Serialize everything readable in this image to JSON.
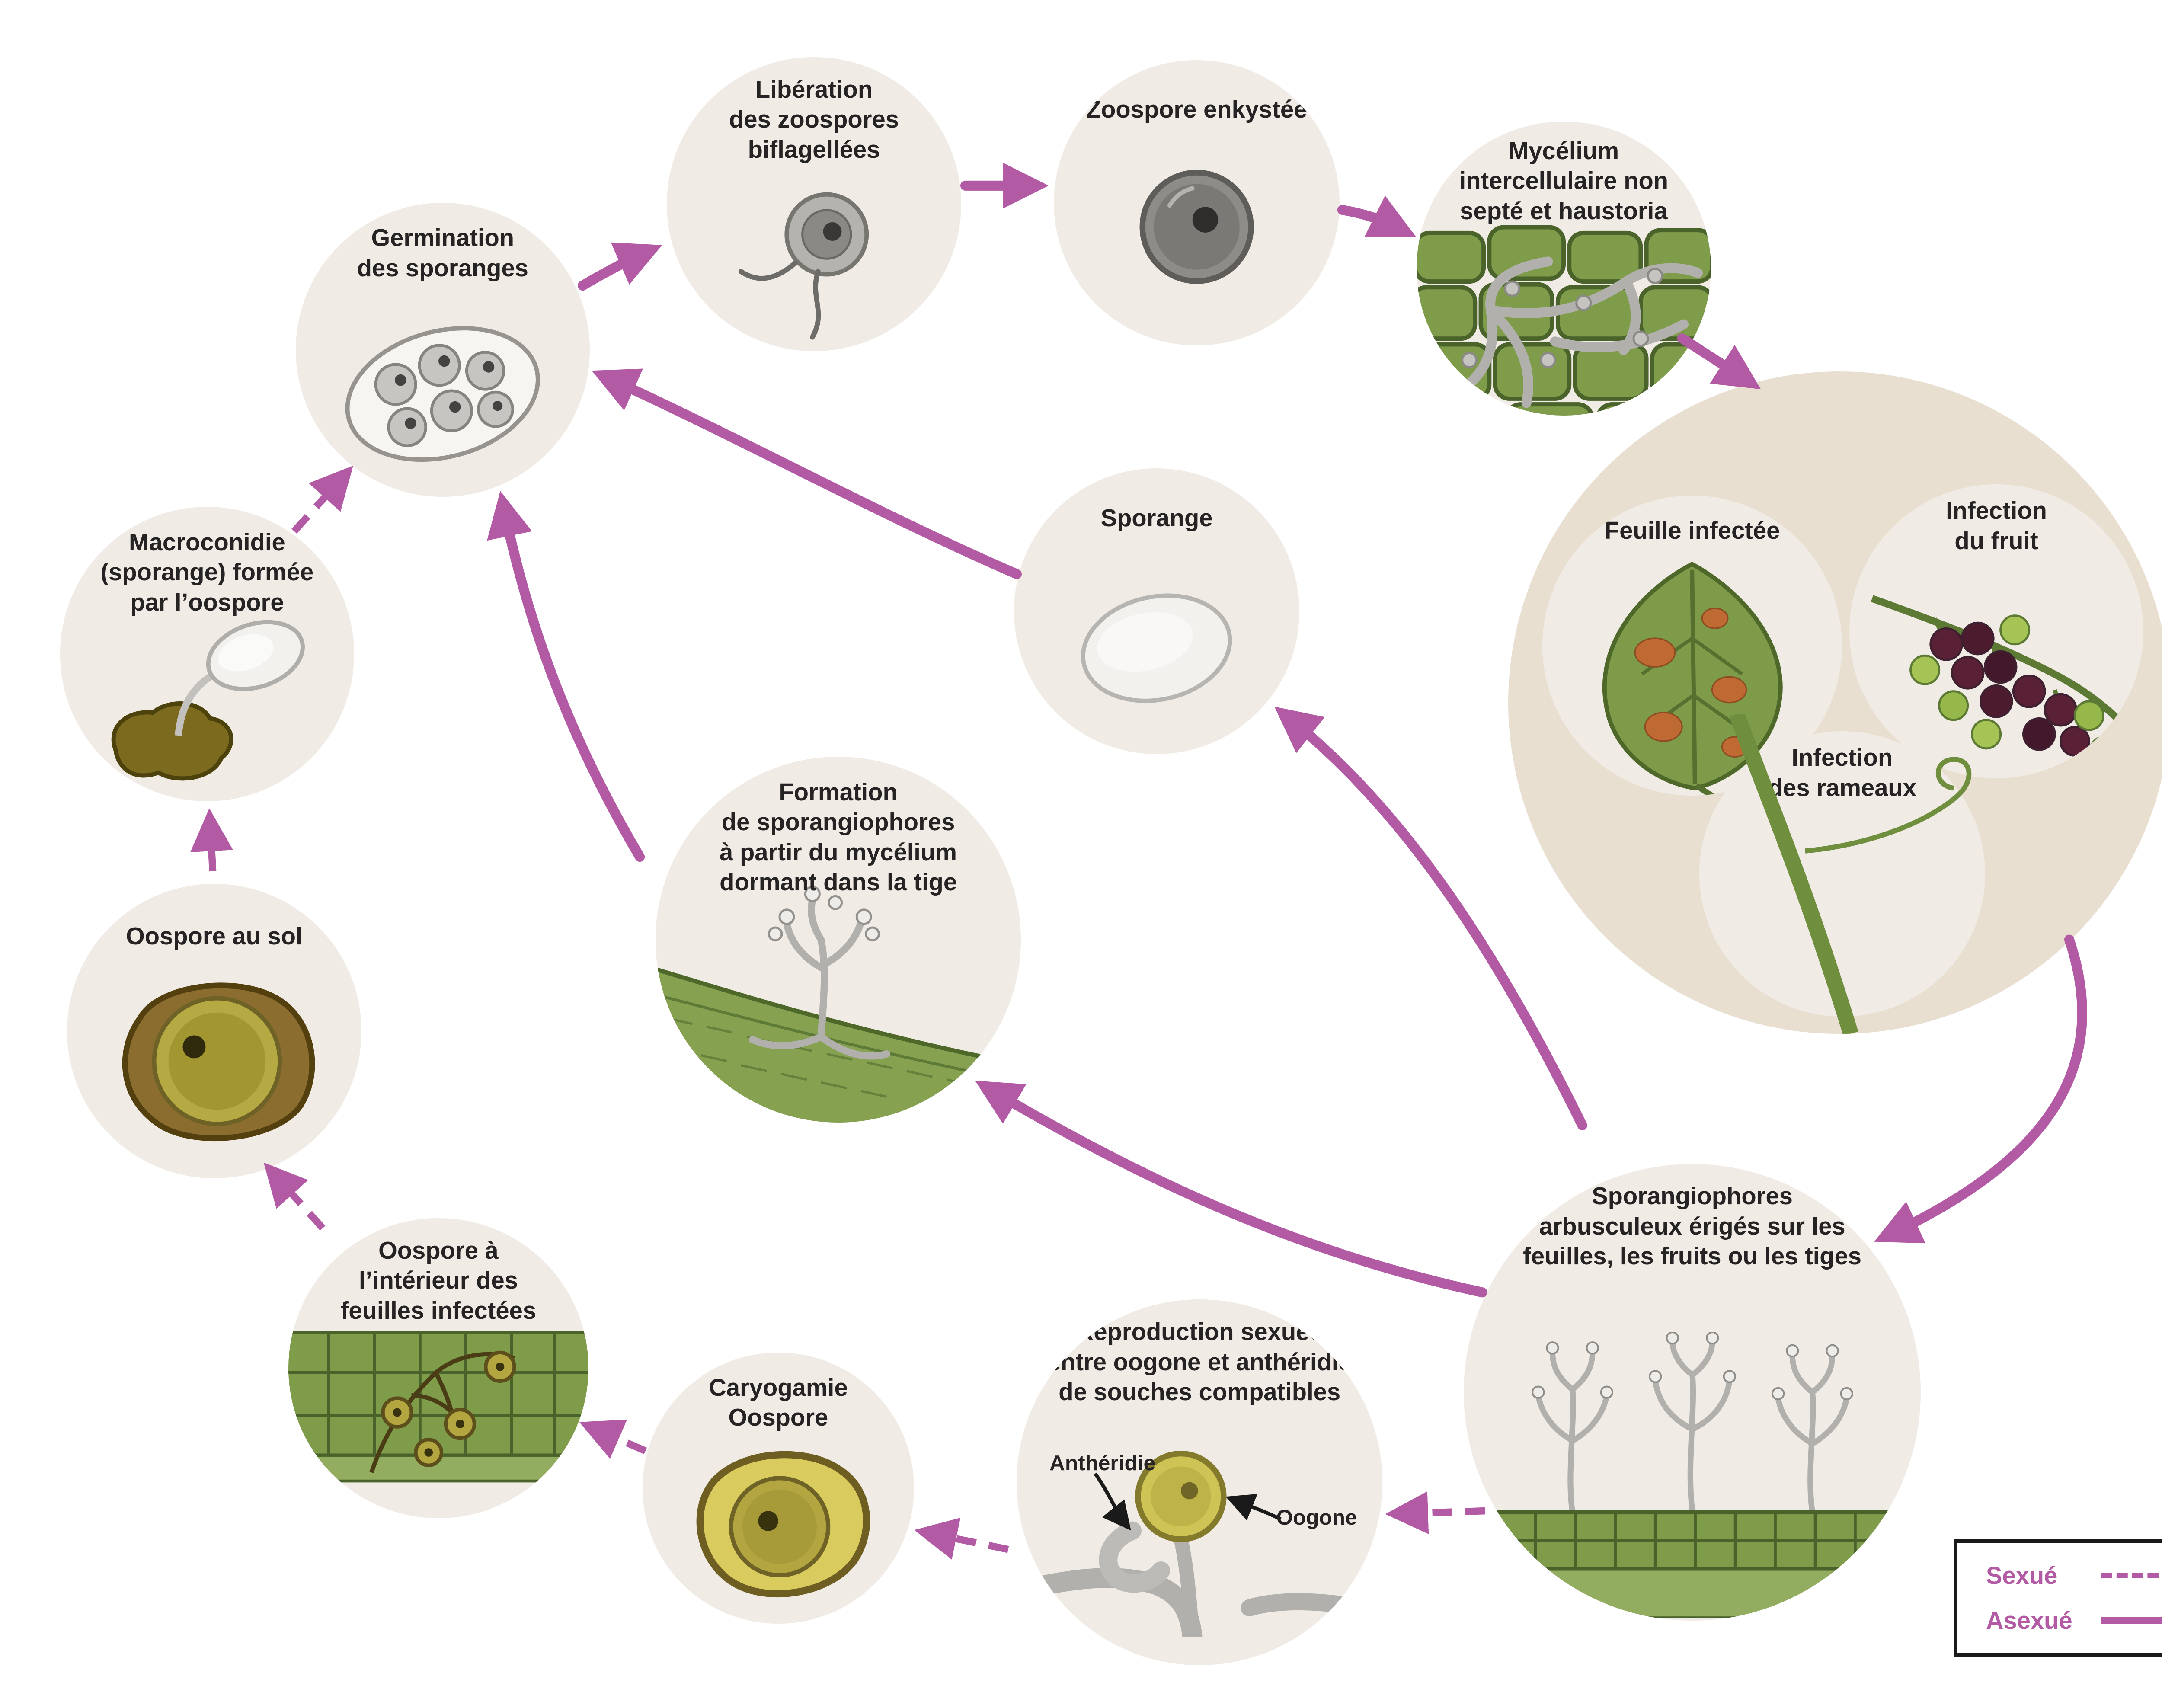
{
  "colors": {
    "arrow": "#b25aa4",
    "text": "#262324",
    "circle_bg": "#f0ebe4",
    "big_circle_bg": "#e8dfd1",
    "legend_border": "#1a1a1a",
    "tissue_green": "#7f9c4b",
    "tissue_green_dark": "#49632a",
    "oospore_olive": "#b3a53f",
    "oospore_olive_dark": "#6e6226",
    "hypha_gray": "#b2b0ac"
  },
  "nodes": {
    "germination": {
      "label": "Germination\ndes sporanges"
    },
    "liberation": {
      "label": "Libération\ndes zoospores\nbiflagellées"
    },
    "zoospore_enkystee": {
      "label": "Zoospore enkystée"
    },
    "mycelium": {
      "label": "Mycélium\nintercellulaire non\nsepté et haustoria"
    },
    "feuille_infectee": {
      "label": "Feuille infectée"
    },
    "infection_fruit": {
      "label": "Infection\ndu fruit"
    },
    "infection_rameaux": {
      "label": "Infection\ndes rameaux"
    },
    "sporange": {
      "label": "Sporange"
    },
    "formation": {
      "label": "Formation\nde sporangiophores\nà partir du mycélium\ndormant dans la tige"
    },
    "sporangiophores": {
      "label": "Sporangiophores\narbusculeux érigés sur les\nfeuilles, les fruits ou les tiges"
    },
    "reproduction": {
      "label": "Reproduction sexuée\nentre oogone et anthéridie\nde souches compatibles",
      "antheridie_label": "Anthéridie",
      "oogone_label": "Oogone"
    },
    "caryogamie": {
      "label": "Caryogamie\nOospore"
    },
    "oospore_feuilles": {
      "label": "Oospore à\nl’intérieur des\nfeuilles infectées"
    },
    "oospore_sol": {
      "label": "Oospore au sol"
    },
    "macroconidie": {
      "label": "Macroconidie\n(sporange) formée\npar l’oospore"
    }
  },
  "legend": {
    "sexue_label": "Sexué",
    "asexue_label": "Asexué"
  }
}
